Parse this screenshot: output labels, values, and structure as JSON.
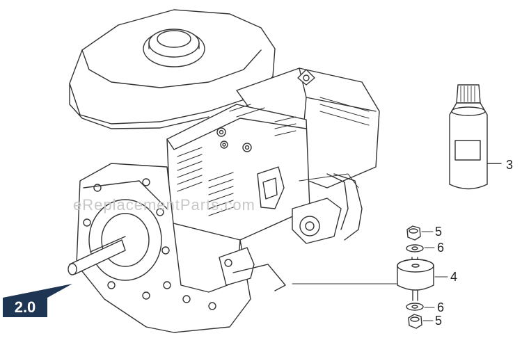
{
  "watermark": "eReplacementParts.com",
  "section": "2.0",
  "callouts": {
    "oil_bottle": "3",
    "isolator": "4",
    "nut_top": "5",
    "washer_top": "6",
    "washer_bottom": "6",
    "nut_bottom": "5"
  },
  "colors": {
    "line": "#333333",
    "badge": "#1e3553",
    "watermark": "#c8c8c8"
  }
}
